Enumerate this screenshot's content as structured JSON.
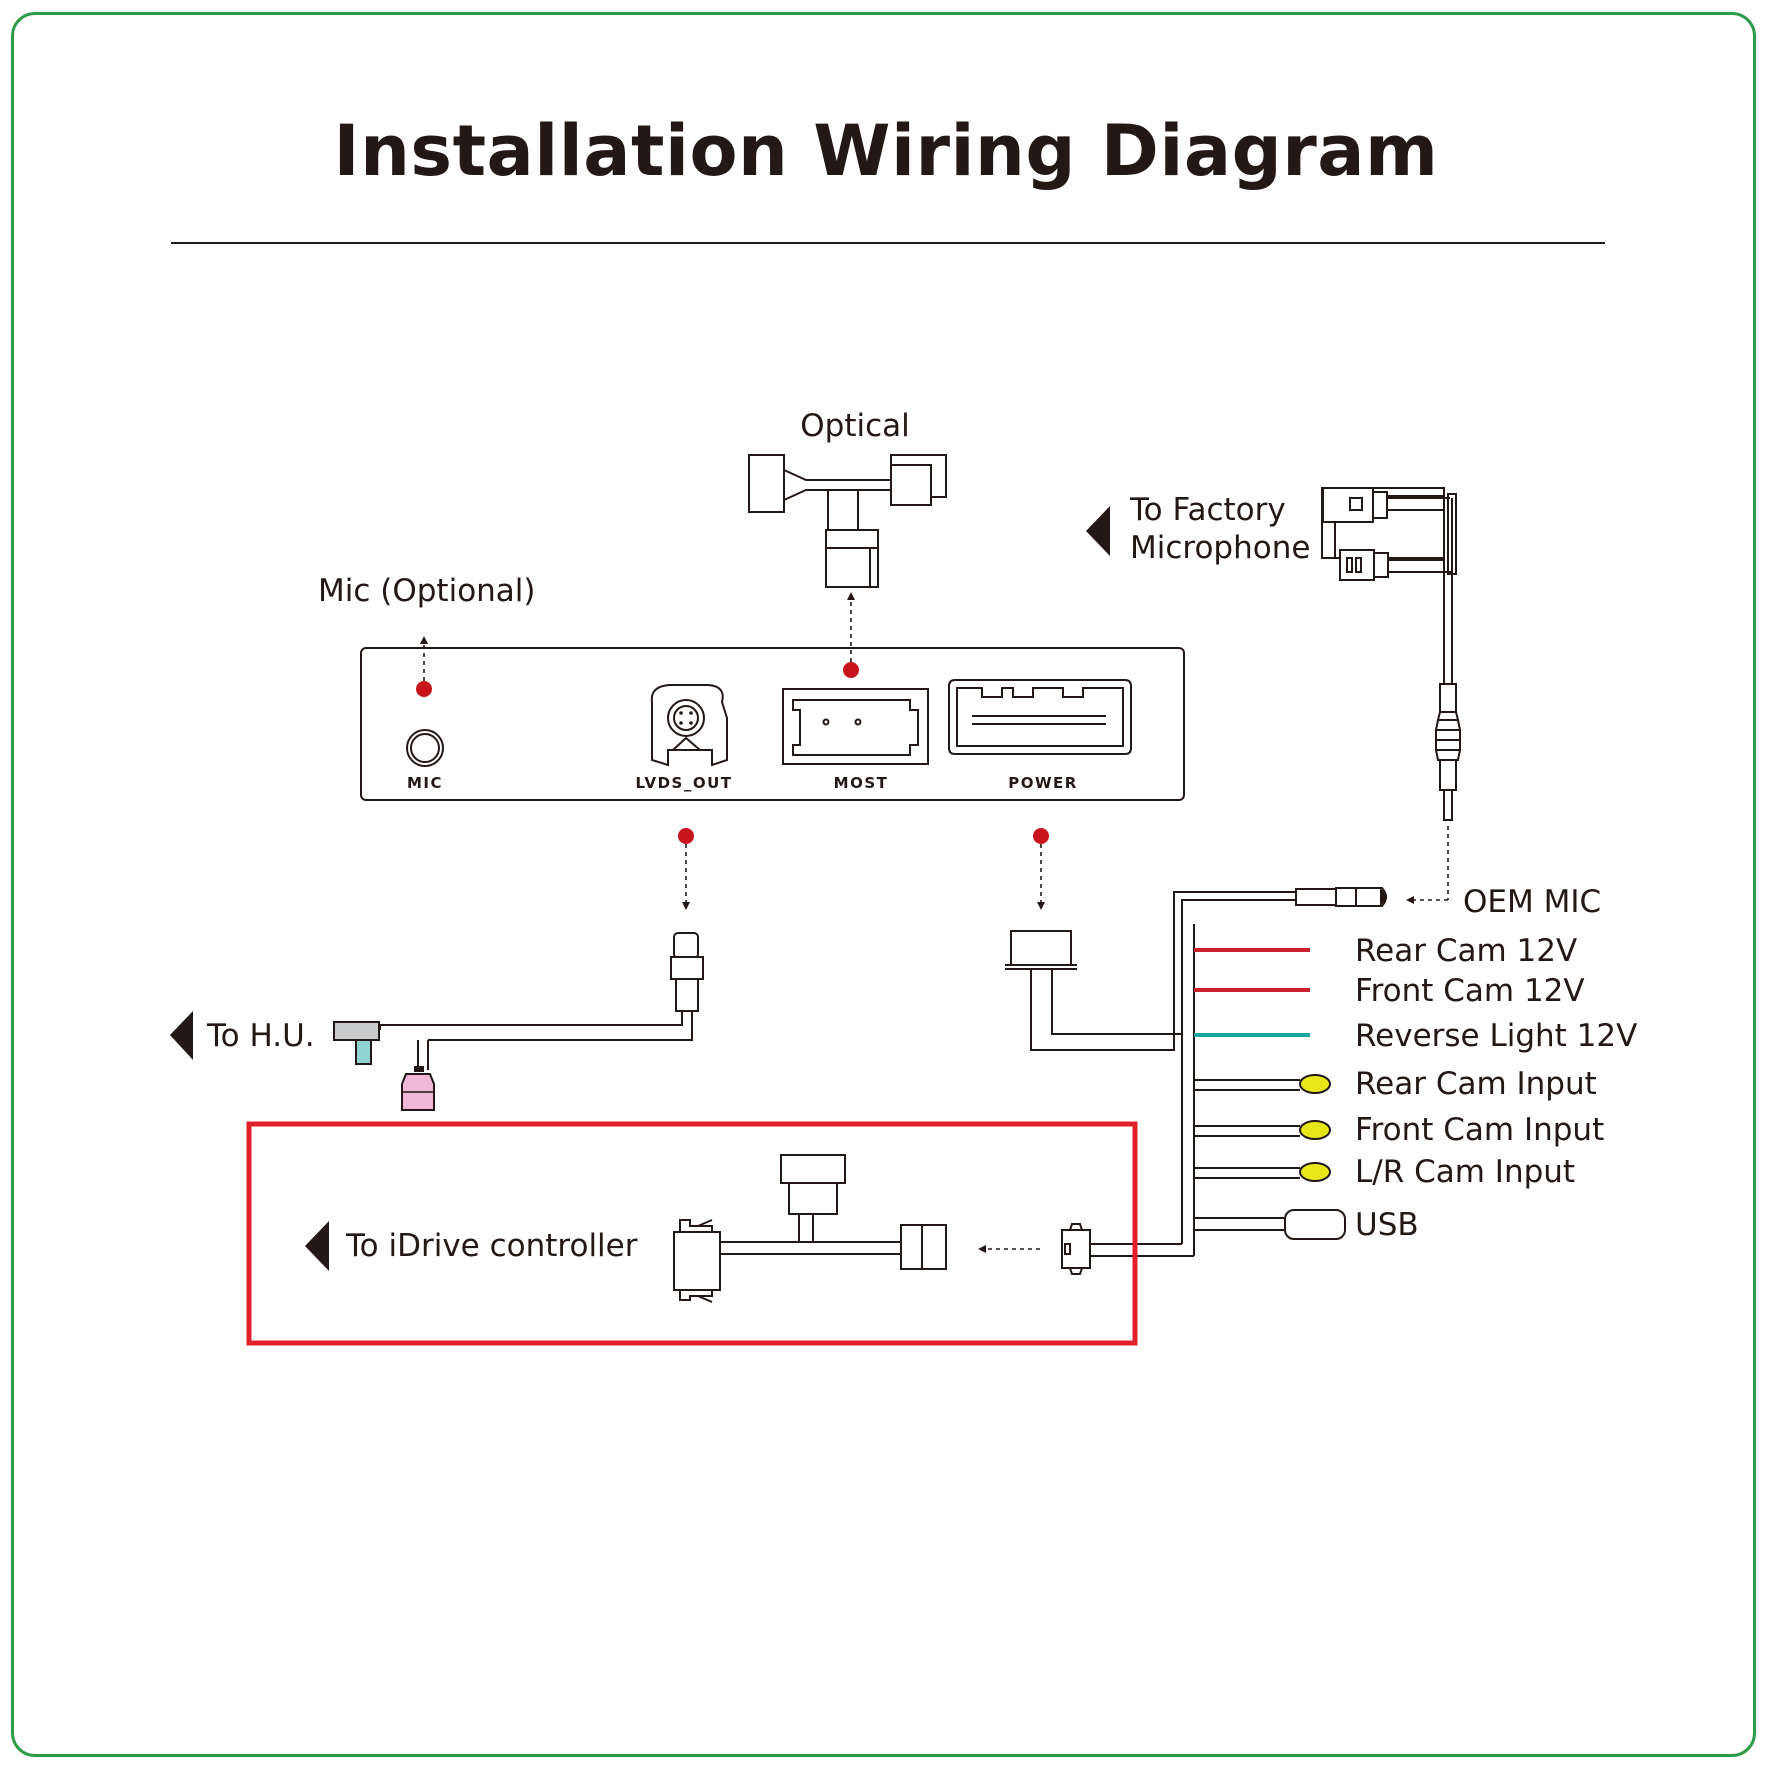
{
  "title": "Installation Wiring Diagram",
  "module": {
    "ports": [
      "MIC",
      "LVDS_OUT",
      "MOST",
      "POWER"
    ]
  },
  "labels": {
    "optical": "Optical",
    "mic_optional": "Mic (Optional)",
    "to_factory_microphone_line1": "To Factory",
    "to_factory_microphone_line2": "Microphone",
    "to_hu": "To H.U.",
    "to_idrive": "To iDrive controller",
    "oem_mic": "OEM MIC"
  },
  "harness_outputs": [
    {
      "label": "Rear Cam 12V",
      "type": "wire",
      "color": "#c8202f"
    },
    {
      "label": "Front Cam 12V",
      "type": "wire",
      "color": "#c8202f"
    },
    {
      "label": "Reverse Light 12V",
      "type": "wire",
      "color": "#1aa7a0"
    },
    {
      "label": "Rear Cam Input",
      "type": "rca",
      "color": "#e6e619"
    },
    {
      "label": "Front Cam Input",
      "type": "rca",
      "color": "#e6e619"
    },
    {
      "label": "L/R Cam Input",
      "type": "rca",
      "color": "#e6e619"
    },
    {
      "label": "USB",
      "type": "usb",
      "color": "#ffffff"
    }
  ],
  "colors": {
    "frame": "#2e9a4a",
    "highlight_box": "#e0202a",
    "connection_dot": "#c8151d",
    "hu_plug_top": "#c9cacb",
    "hu_plug_blue": "#8fd3d3",
    "hu_plug_pink": "#f0b8d8"
  }
}
